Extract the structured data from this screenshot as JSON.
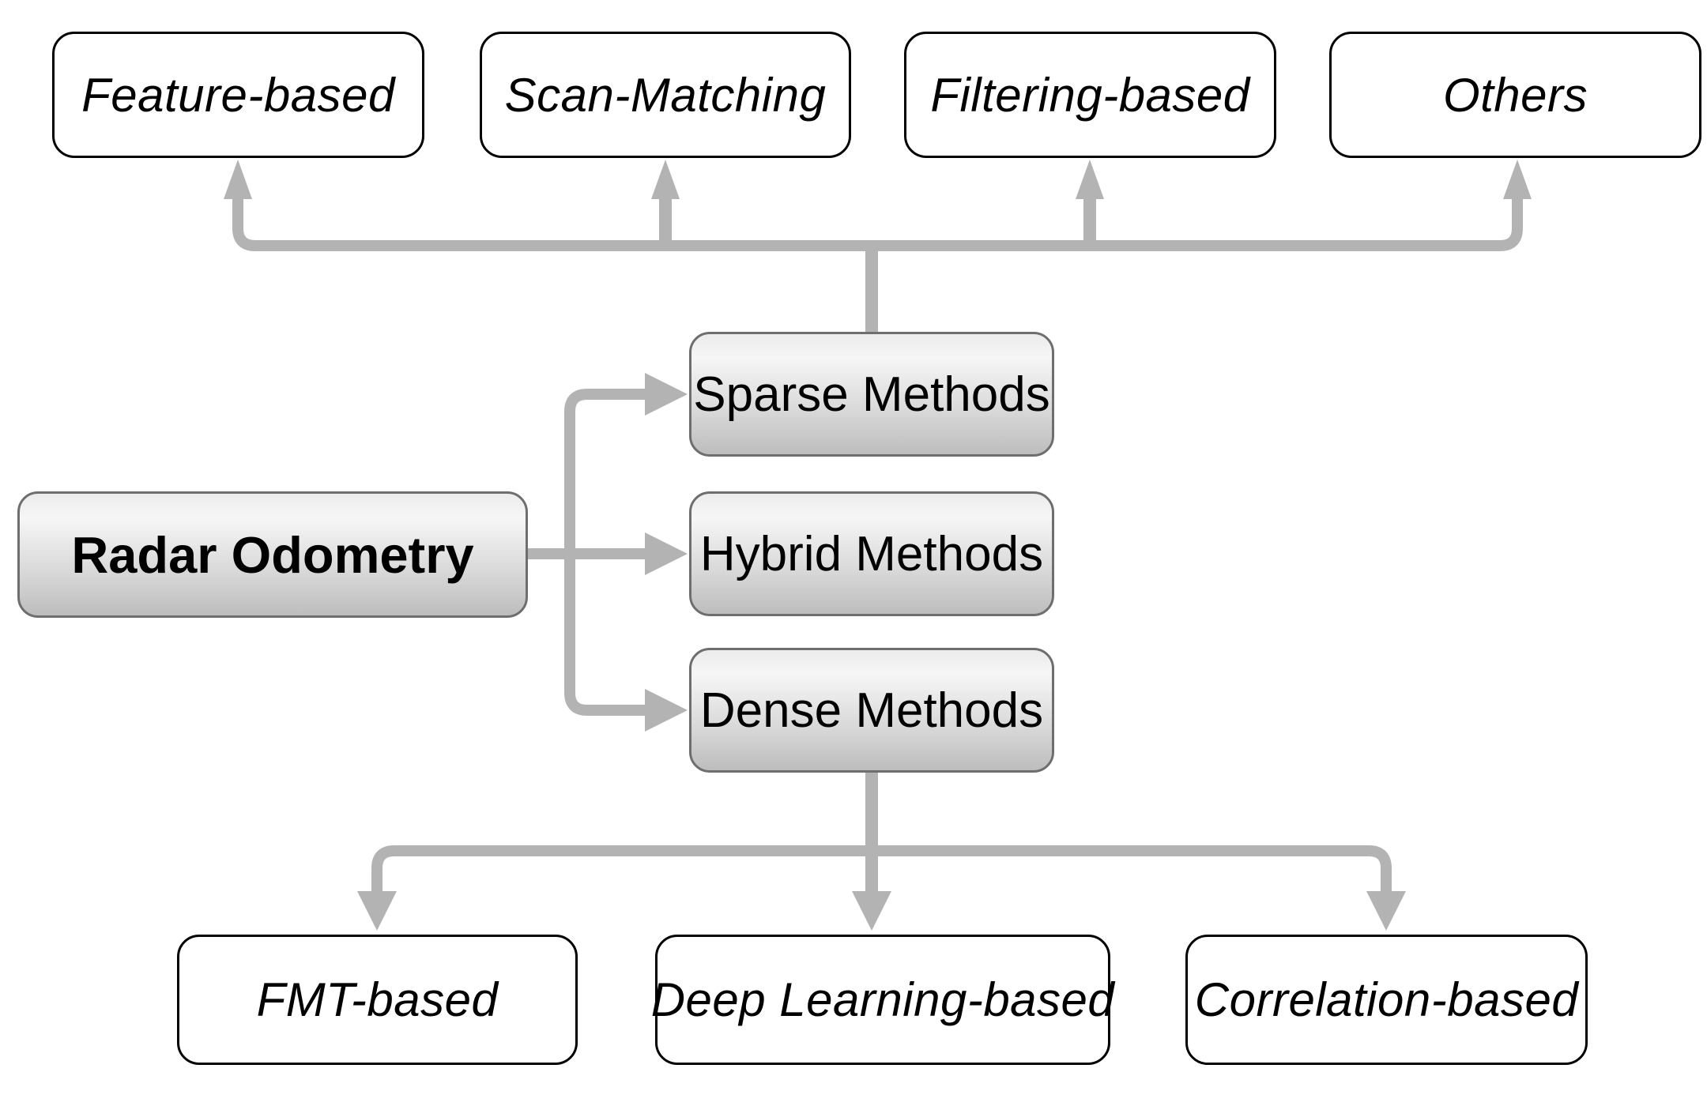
{
  "figure": {
    "title": "Radar Odometry taxonomy diagram",
    "root": {
      "label": "Radar Odometry"
    },
    "branches": [
      {
        "label": "Sparse Methods"
      },
      {
        "label": "Hybrid Methods"
      },
      {
        "label": "Dense Methods"
      }
    ],
    "sparse_children": [
      {
        "label": "Feature-based"
      },
      {
        "label": "Scan-Matching"
      },
      {
        "label": "Filtering-based"
      },
      {
        "label": "Others"
      }
    ],
    "dense_children": [
      {
        "label": "FMT-based"
      },
      {
        "label": "Deep Learning-based"
      },
      {
        "label": "Correlation-based"
      }
    ],
    "colors": {
      "background": "#ffffff",
      "connector": "#b3b3b3",
      "leaf_fill": "#ffffff",
      "leaf_border": "#000000",
      "node_gradient_top": "#f0f0f0",
      "node_gradient_bottom": "#bdbdbd",
      "node_border": "#6e6e6e",
      "text": "#000000"
    }
  }
}
